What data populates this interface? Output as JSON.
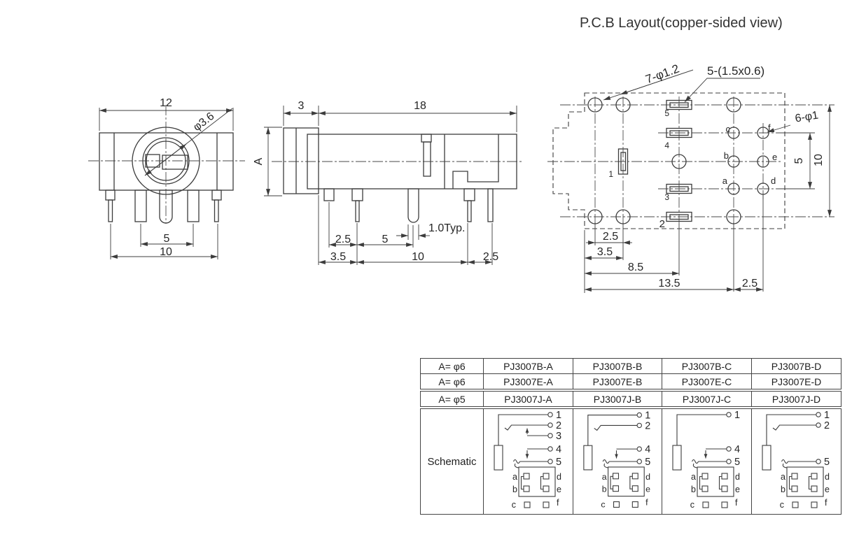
{
  "title": "P.C.B Layout(copper-sided view)",
  "front": {
    "width": "12",
    "aperture": "φ3.6",
    "pitch": "5",
    "span": "10"
  },
  "side": {
    "collar": "3",
    "length": "18",
    "height": "A",
    "off1": "2.5",
    "pitch": "5",
    "pin_width": "1.0Typ.",
    "off2": "3.5",
    "span": "10",
    "off3": "2.5"
  },
  "pcb": {
    "holes_callout": "7-φ1.2",
    "slots_callout": "5-(1.5x0.6)",
    "small_holes_callout": "6-φ1",
    "row_pitch": "5",
    "row_span": "10",
    "col1": "2.5",
    "col2": "3.5",
    "col3": "8.5",
    "col4": "13.5",
    "col5": "2.5",
    "slots": [
      "1",
      "2",
      "3",
      "4",
      "5"
    ],
    "holes": [
      "a",
      "b",
      "c",
      "d",
      "e",
      "f"
    ]
  },
  "table": {
    "col1": [
      "A= φ6",
      "A= φ6",
      "A= φ5"
    ],
    "parts": [
      [
        "PJ3007B-A",
        "PJ3007B-B",
        "PJ3007B-C",
        "PJ3007B-D"
      ],
      [
        "PJ3007E-A",
        "PJ3007E-B",
        "PJ3007E-C",
        "PJ3007E-D"
      ],
      [
        "PJ3007J-A",
        "PJ3007J-B",
        "PJ3007J-C",
        "PJ3007J-D"
      ]
    ],
    "schematic_label": "Schematic",
    "variants": [
      {
        "terminals": [
          "1",
          "2",
          "3",
          "4",
          "5"
        ],
        "links": [
          [
            "3",
            "2"
          ],
          [
            "4",
            "5"
          ]
        ]
      },
      {
        "terminals": [
          "1",
          "2",
          "4",
          "5"
        ],
        "links": [
          [
            "4",
            "5"
          ]
        ]
      },
      {
        "terminals": [
          "1",
          "4",
          "5"
        ],
        "links": [
          [
            "4",
            "5"
          ]
        ]
      },
      {
        "terminals": [
          "1",
          "2",
          "5"
        ],
        "links": []
      }
    ]
  }
}
